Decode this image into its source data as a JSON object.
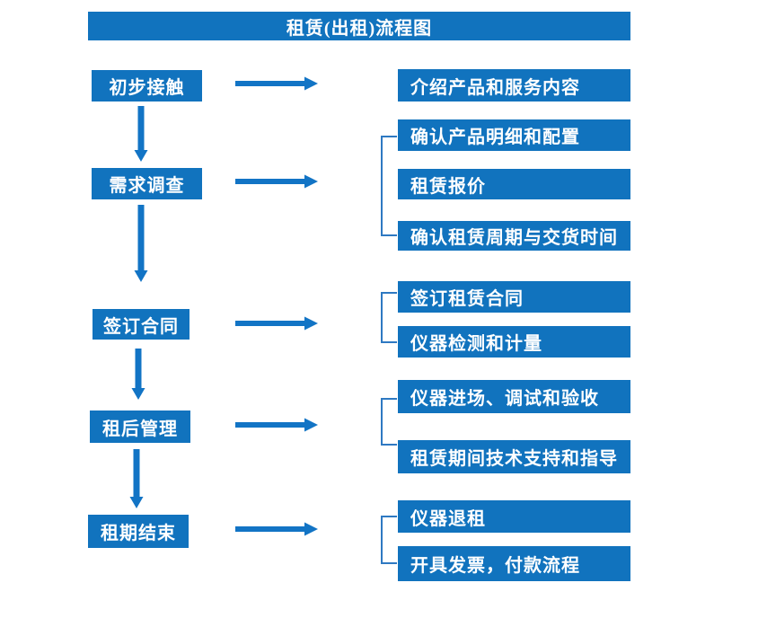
{
  "title": "租赁(出租)流程图",
  "colors": {
    "primary-blue": "#1173BE",
    "arrow-blue": "#1274C5",
    "bracket-blue": "#2E79C2",
    "text-white": "#FFFFFF",
    "page-background": "#FFFFFF"
  },
  "icons": {
    "arrow-right-icon": "→",
    "arrow-down-icon": "↓",
    "bracket-connector": "["
  },
  "flow": {
    "steps": [
      {
        "label": "初步接触",
        "details": [
          "介绍产品和服务内容"
        ]
      },
      {
        "label": "需求调查",
        "details": [
          "确认产品明细和配置",
          "租赁报价",
          "确认租赁周期与交货时间"
        ]
      },
      {
        "label": "签订合同",
        "details": [
          "签订租赁合同",
          "仪器检测和计量"
        ]
      },
      {
        "label": "租后管理",
        "details": [
          "仪器进场、调试和验收",
          "租赁期间技术支持和指导"
        ]
      },
      {
        "label": "租期结束",
        "details": [
          "仪器退租",
          "开具发票，付款流程"
        ]
      }
    ]
  }
}
